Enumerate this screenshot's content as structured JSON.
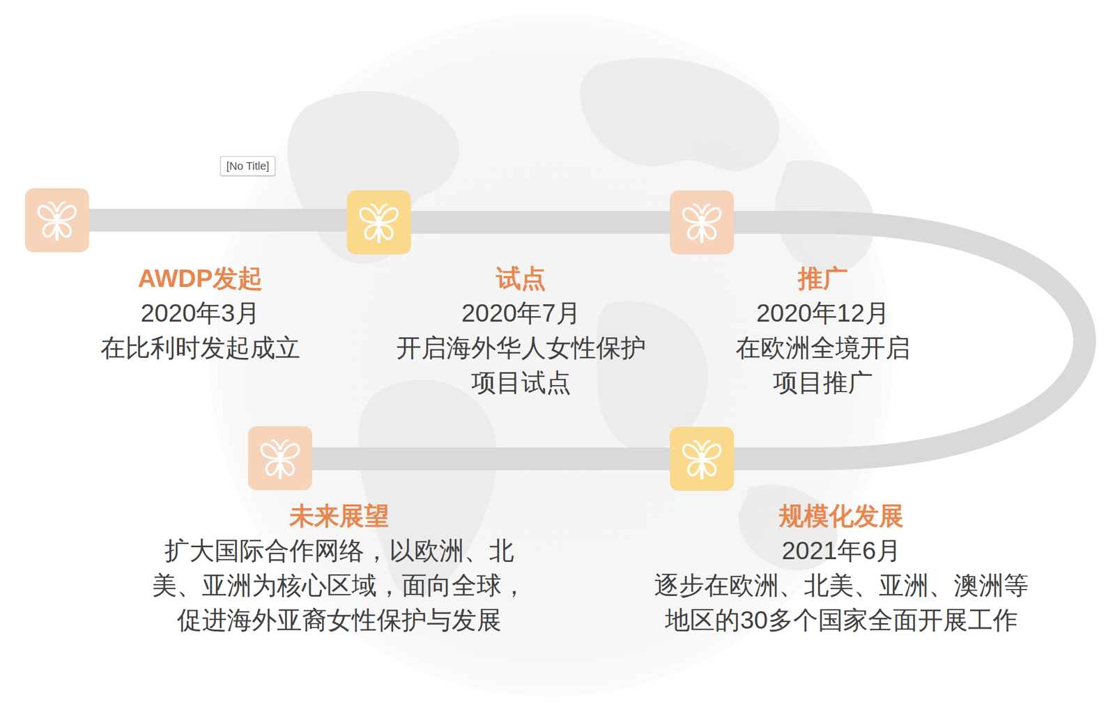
{
  "diagram": {
    "nodes": [
      {
        "text": [
          "AWDP发起",
          "2020年3月",
          "在比利时发起成立"
        ]
      },
      {
        "text": [
          "试点",
          "2020年7月",
          "开启海外华人女性保护 项目试点"
        ]
      },
      {
        "text": [
          "推广",
          "2020年12月",
          "在欧洲全境开启 项目推广"
        ]
      },
      {
        "text": [
          "规模化发展",
          "2021年6月",
          "逐步在欧洲、北美、亚洲、澳洲等 地区的30多个国家全面开展工作"
        ]
      },
      {
        "text": [
          "未来展望",
          "扩大国际合作网络，以欧洲、北 美、亚洲为核心区域，面向全球， 促进海外亚裔女性保护与发展"
        ]
      }
    ],
    "edges": [
      {
        "from": 0,
        "to": 1,
        "arrow": "none"
      },
      {
        "from": 1,
        "to": 2,
        "arrow": "none"
      },
      {
        "from": 2,
        "to": 3,
        "arrow": "none"
      },
      {
        "from": 3,
        "to": 4,
        "arrow": "none"
      }
    ],
    "labels": [
      "[No Title]"
    ]
  }
}
